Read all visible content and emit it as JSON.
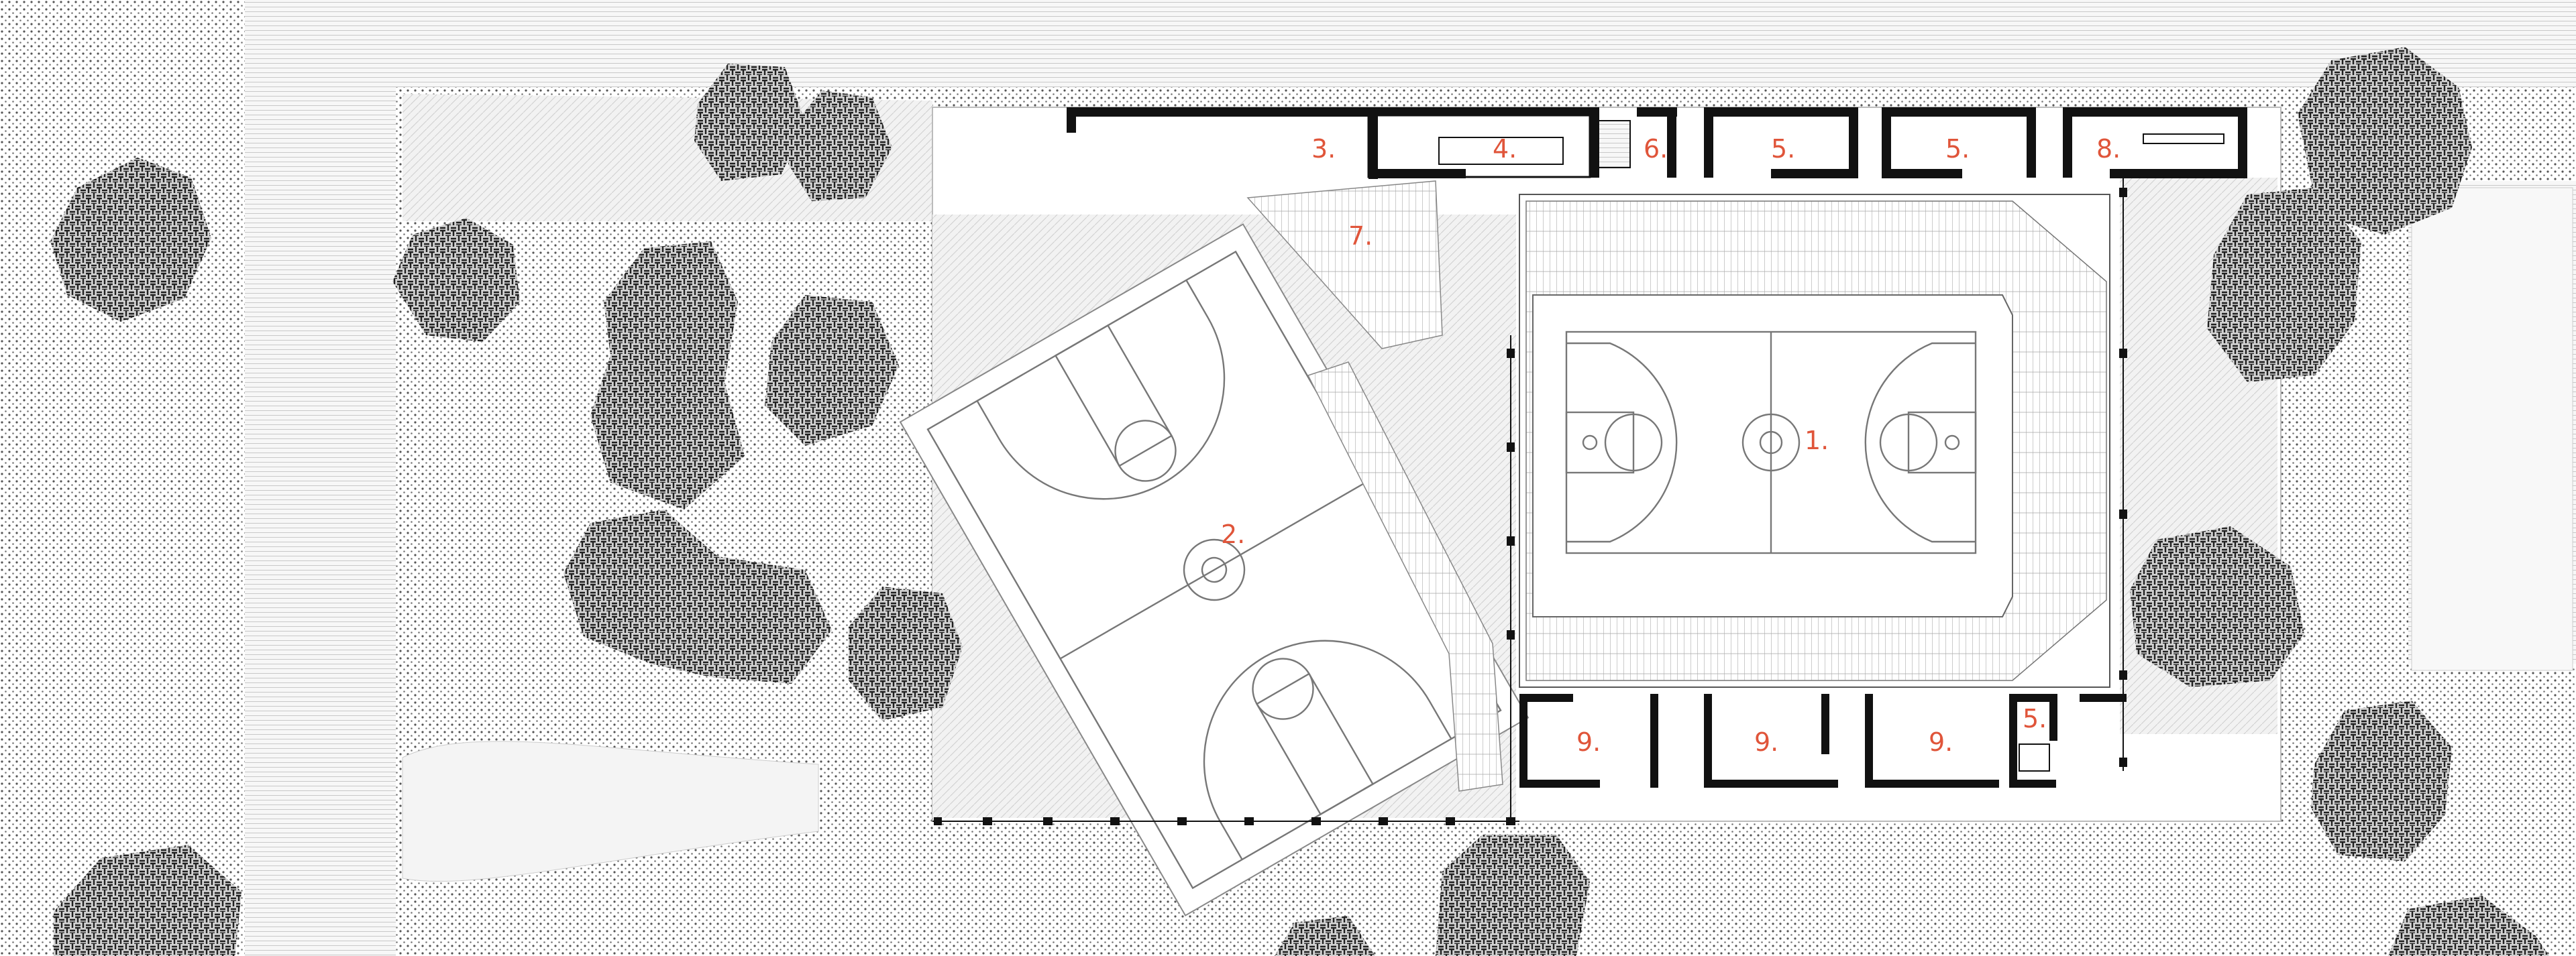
{
  "plan": {
    "label_color": "#e0553a",
    "wall_color": "#111111",
    "rooms": [
      {
        "id": "main-court",
        "label": "1."
      },
      {
        "id": "outdoor-court",
        "label": "2."
      },
      {
        "id": "room-3",
        "label": "3."
      },
      {
        "id": "room-4",
        "label": "4."
      },
      {
        "id": "room-6",
        "label": "6."
      },
      {
        "id": "room-5a",
        "label": "5."
      },
      {
        "id": "room-5b",
        "label": "5."
      },
      {
        "id": "room-8",
        "label": "8."
      },
      {
        "id": "stairs-7",
        "label": "7."
      },
      {
        "id": "room-9a",
        "label": "9."
      },
      {
        "id": "room-9b",
        "label": "9."
      },
      {
        "id": "room-9c",
        "label": "9."
      },
      {
        "id": "room-5c",
        "label": "5."
      }
    ],
    "icons": [
      "tree-icon",
      "basketball-court-icon",
      "stair-icon",
      "door-icon",
      "column-icon"
    ]
  }
}
